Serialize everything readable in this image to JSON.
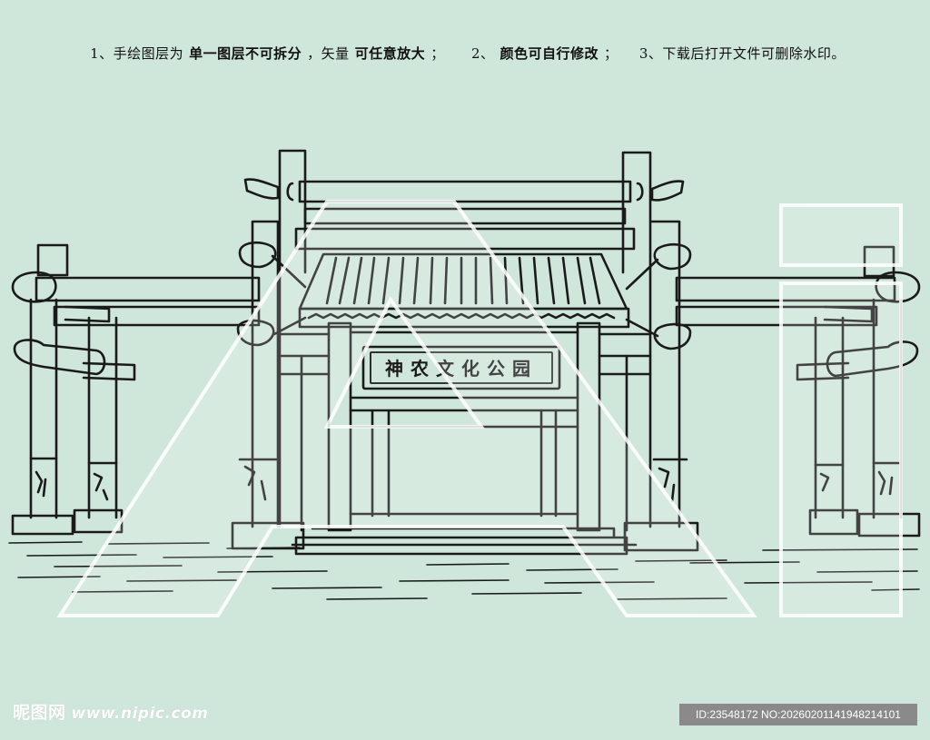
{
  "notice": {
    "item1_prefix": "1、手绘图层为",
    "item1_bold": "单一图层不可拆分",
    "item1_mid": "，矢量",
    "item1_bold2": "可任意放大",
    "item1_end": "；",
    "item2_prefix": "2、",
    "item2_bold": "颜色可自行修改",
    "item2_end": "；",
    "item3": "3、下载后打开文件可删除水印。"
  },
  "signboard": {
    "text": "神农文化公园"
  },
  "watermark": {
    "site_cn": "昵图网",
    "site_url": "www.nipic.com",
    "id_text": "ID:23548172 NO:20260201141948214101"
  },
  "colors": {
    "background": "#cfe6da",
    "line": "#1a1a1a",
    "overlay": "#ffffff"
  }
}
